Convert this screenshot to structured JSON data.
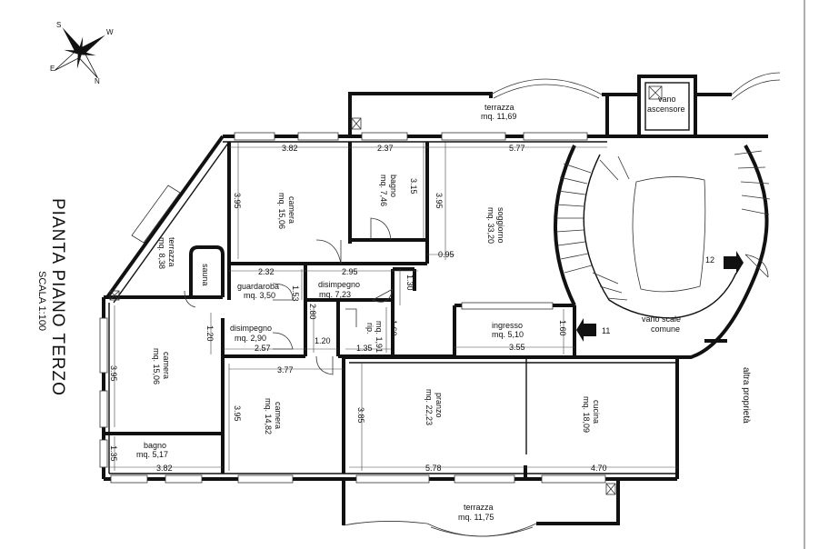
{
  "title": "PIANTA PIANO TERZO",
  "scale": "SCALA 1:100",
  "compass": {
    "s": "S",
    "w": "W",
    "e": "E",
    "n": "N"
  },
  "rooms": {
    "terrazza_top": {
      "name": "terrazza",
      "area": "mq. 11,69"
    },
    "camera_a": {
      "name": "camera",
      "area": "mq. 15,06"
    },
    "bagno_a": {
      "name": "bagno",
      "area": "mq. 7,46"
    },
    "soggiorno": {
      "name": "soggiorno",
      "area": "mq. 33,20"
    },
    "terrazza_side": {
      "name": "terrazza",
      "area": "mq. 8,38"
    },
    "sauna": {
      "name": "sauna"
    },
    "guardaroba": {
      "name": "guardaroba",
      "area": "mq. 3,50"
    },
    "disimpegno_a": {
      "name": "disimpegno",
      "area": "mq. 7,23"
    },
    "rip": {
      "name": "rip.",
      "area": "mq. 1,91"
    },
    "disimpegno_b": {
      "name": "disimpegno",
      "area": "mq. 2,90"
    },
    "camera_b": {
      "name": "camera",
      "area": "mq. 15,06"
    },
    "camera_c": {
      "name": "camera",
      "area": "mq. 14,82"
    },
    "bagno_b": {
      "name": "bagno",
      "area": "mq. 5,17"
    },
    "ingresso": {
      "name": "ingresso",
      "area": "mq. 5,10"
    },
    "pranzo": {
      "name": "pranzo",
      "area": "mq. 22,23"
    },
    "cucina": {
      "name": "cucina",
      "area": "mq. 18,09"
    },
    "terrazza_bottom": {
      "name": "terrazza",
      "area": "mq. 11,75"
    },
    "vano_ascensore": {
      "line1": "vano",
      "line2": "ascensore"
    },
    "vano_scale": {
      "line1": "vano scale",
      "line2": "comune"
    },
    "altra_proprieta": {
      "name": "altra proprietà"
    }
  },
  "dimensions": {
    "d382a": "3.82",
    "d237": "2.37",
    "d577": "5.77",
    "d395a": "3.95",
    "d315": "3.15",
    "d395b": "3.95",
    "d095": "0.95",
    "d232": "2.32",
    "d295": "2.95",
    "d153": "1.53",
    "d130": "1.30",
    "d280": "2.80",
    "d160": "1.60",
    "d120a": "1.20",
    "d120b": "1.20",
    "d257": "2.57",
    "d135a": "1.35",
    "d395c": "3.95",
    "d377": "3.77",
    "d395d": "3.95",
    "d385": "3.85",
    "d160b": "1.60",
    "d355": "3.55",
    "d135b": "1.35",
    "d382b": "3.82",
    "d578": "5.78",
    "d470": "4.70"
  },
  "markers": {
    "stair_a": "12",
    "stair_b": "11"
  }
}
